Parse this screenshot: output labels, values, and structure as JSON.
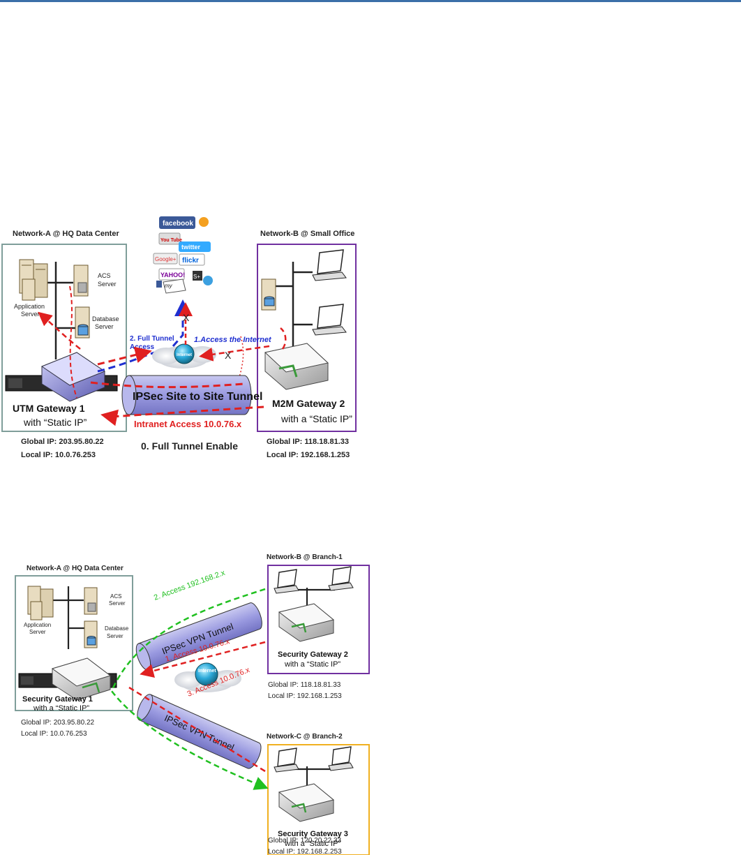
{
  "diagram1": {
    "network_a_label": "Network-A @ HQ Data Center",
    "network_b_label": "Network-B @ Small Office",
    "application_server": [
      "Application",
      "Server"
    ],
    "acs_server": [
      "ACS",
      "Server"
    ],
    "database_server": [
      "Database",
      "Server"
    ],
    "gateway1_name": "UTM Gateway 1",
    "gateway1_ip_type": "with “Static IP”",
    "gateway2_name": "M2M Gateway 2",
    "gateway2_ip_type": "with a “Static IP”",
    "tunnel_label": "IPSec Site to Site Tunnel",
    "intranet_access": "Intranet  Access 10.0.76.x",
    "full_tunnel_access": [
      "2. Full Tunnel",
      "Access"
    ],
    "access_internet": "1.Access the Internet",
    "full_tunnel_enable": "0. Full Tunnel Enable",
    "internet_label": "Internet",
    "blocked_mark": "X",
    "gateway1_global_ip": "Global IP: 203.95.80.22",
    "gateway1_local_ip": "Local IP: 10.0.76.253",
    "gateway2_global_ip": "Global IP: 118.18.81.33",
    "gateway2_local_ip": "Local IP: 192.168.1.253",
    "social_icons": [
      "facebook",
      "You Tube",
      "twitter",
      "Google+",
      "flickr",
      "YAHOO!",
      "S+",
      "my"
    ],
    "colors": {
      "network_a": "#7f9e9a",
      "network_b": "#7030a0",
      "tunnel": "#9999dd",
      "intranet": "#e02020",
      "full_tunnel": "#1f2fd0"
    }
  },
  "diagram2": {
    "network_a_label": "Network-A @ HQ Data Center",
    "network_b_label": "Network-B @ Branch-1",
    "network_c_label": "Network-C @ Branch-2",
    "application_server": [
      "Application",
      "Server"
    ],
    "acs_server": [
      "ACS",
      "Server"
    ],
    "database_server": [
      "Database",
      "Server"
    ],
    "gateway1_name": "Security Gateway 1",
    "gateway1_ip_type": "with a “Static IP”",
    "gateway2_name": "Security Gateway 2",
    "gateway2_ip_type": "with a “Static IP”",
    "gateway3_name": "Security Gateway 3",
    "gateway3_ip_type": "with a “Static IP”",
    "tunnel_label": "IPSec VPN Tunnel",
    "internet_label": "Internet",
    "access_2": "2. Access 192.168.2.x",
    "access_1": "1. Access 10.0.76.x",
    "access_3": "3. Access 10.0.76.x",
    "gateway1_global_ip": "Global IP: 203.95.80.22",
    "gateway1_local_ip": "Local IP: 10.0.76.253",
    "gateway2_global_ip": "Global IP: 118.18.81.33",
    "gateway2_local_ip": "Local IP: 192.168.1.253",
    "gateway3_global_ip": "Global IP: 120.20.22.33",
    "gateway3_local_ip": "Local IP: 192.168.2.253",
    "colors": {
      "network_a": "#7f9e9a",
      "network_b": "#7030a0",
      "network_c": "#f0b020",
      "access_green": "#20c020",
      "access_red": "#e02020"
    }
  }
}
